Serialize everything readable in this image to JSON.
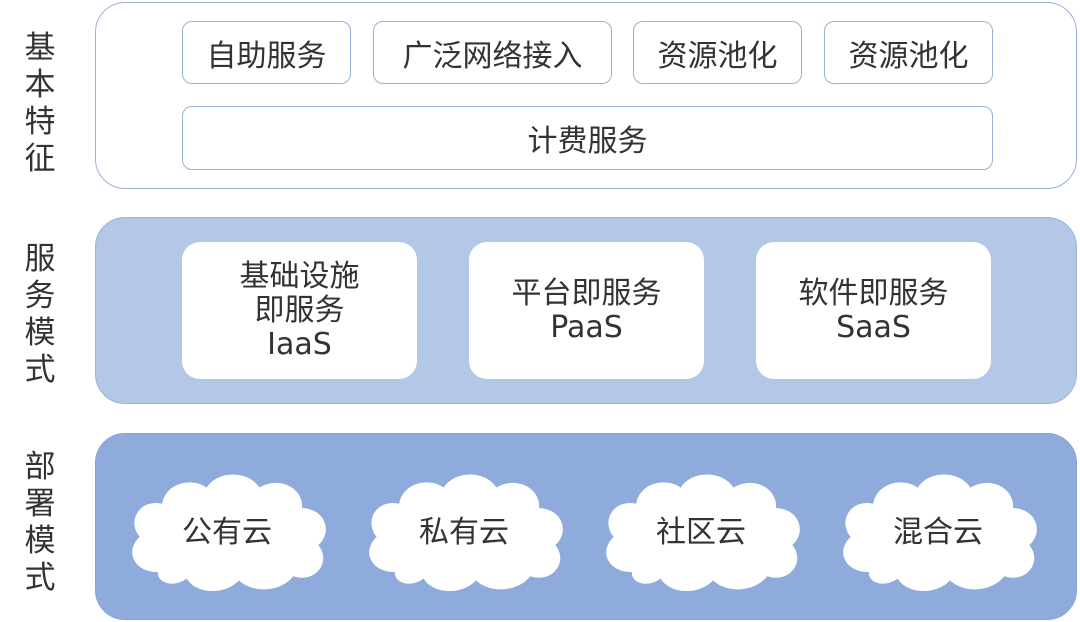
{
  "side_labels": {
    "features": [
      "基",
      "本",
      "特",
      "征"
    ],
    "service": [
      "服",
      "务",
      "模",
      "式"
    ],
    "deploy": [
      "部",
      "署",
      "模",
      "式"
    ]
  },
  "features": {
    "items": [
      "自助服务",
      "广泛网络接入",
      "资源池化",
      "资源池化"
    ],
    "billing": "计费服务"
  },
  "service_models": [
    {
      "lines": [
        "基础设施",
        "即服务",
        "IaaS"
      ]
    },
    {
      "lines": [
        "平台即服务",
        "PaaS"
      ]
    },
    {
      "lines": [
        "软件即服务",
        "SaaS"
      ]
    }
  ],
  "deployment_models": [
    "公有云",
    "私有云",
    "社区云",
    "混合云"
  ],
  "colors": {
    "panel_border": "#9bb0d8",
    "service_panel_fill": "#b3c7e6",
    "deploy_panel_fill": "#8eabdb",
    "box_fill": "#ffffff",
    "text": "#333333"
  }
}
